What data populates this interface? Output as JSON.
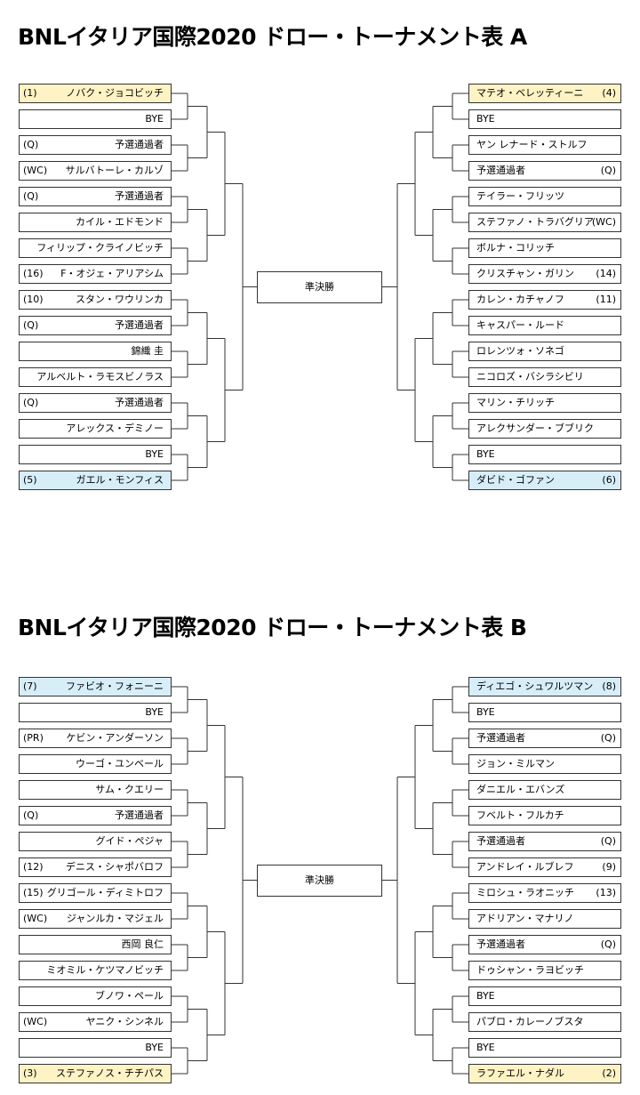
{
  "brackets": [
    {
      "title": "BNLイタリア国際2020 ドロー・トーナメント表 A",
      "final_label": "準決勝",
      "left": [
        {
          "seed": "(1)",
          "name": "ノバク・ジョコビッチ",
          "highlight": "yellow"
        },
        {
          "seed": "",
          "name": "BYE",
          "highlight": ""
        },
        {
          "seed": "(Q)",
          "name": "予選通過者",
          "highlight": ""
        },
        {
          "seed": "(WC)",
          "name": "サルバトーレ・カルゾ",
          "highlight": ""
        },
        {
          "seed": "(Q)",
          "name": "予選通過者",
          "highlight": ""
        },
        {
          "seed": "",
          "name": "カイル・エドモンド",
          "highlight": ""
        },
        {
          "seed": "",
          "name": "フィリップ・クライノビッチ",
          "highlight": ""
        },
        {
          "seed": "(16)",
          "name": "F・オジェ・アリアシム",
          "highlight": ""
        },
        {
          "seed": "(10)",
          "name": "スタン・ワウリンカ",
          "highlight": ""
        },
        {
          "seed": "(Q)",
          "name": "予選通過者",
          "highlight": ""
        },
        {
          "seed": "",
          "name": "錦織 圭",
          "highlight": ""
        },
        {
          "seed": "",
          "name": "アルベルト・ラモスビノラス",
          "highlight": ""
        },
        {
          "seed": "(Q)",
          "name": "予選通過者",
          "highlight": ""
        },
        {
          "seed": "",
          "name": "アレックス・デミノー",
          "highlight": ""
        },
        {
          "seed": "",
          "name": "BYE",
          "highlight": ""
        },
        {
          "seed": "(5)",
          "name": "ガエル・モンフィス",
          "highlight": "blue"
        }
      ],
      "right": [
        {
          "seed": "(4)",
          "name": "マテオ・ベレッティーニ",
          "highlight": "yellow"
        },
        {
          "seed": "",
          "name": "BYE",
          "highlight": ""
        },
        {
          "seed": "",
          "name": "ヤン レナード・ストルフ",
          "highlight": ""
        },
        {
          "seed": "(Q)",
          "name": "予選通過者",
          "highlight": ""
        },
        {
          "seed": "",
          "name": "テイラー・フリッツ",
          "highlight": ""
        },
        {
          "seed": "(WC)",
          "name": "ステファノ・トラバグリア",
          "highlight": ""
        },
        {
          "seed": "",
          "name": "ボルナ・コリッチ",
          "highlight": ""
        },
        {
          "seed": "(14)",
          "name": "クリスチャン・ガリン",
          "highlight": ""
        },
        {
          "seed": "(11)",
          "name": "カレン・カチャノフ",
          "highlight": ""
        },
        {
          "seed": "",
          "name": "キャスパー・ルード",
          "highlight": ""
        },
        {
          "seed": "",
          "name": "ロレンツォ・ソネゴ",
          "highlight": ""
        },
        {
          "seed": "",
          "name": "ニコロズ・バシラシビリ",
          "highlight": ""
        },
        {
          "seed": "",
          "name": "マリン・チリッチ",
          "highlight": ""
        },
        {
          "seed": "",
          "name": "アレクサンダー・ブブリク",
          "highlight": ""
        },
        {
          "seed": "",
          "name": "BYE",
          "highlight": ""
        },
        {
          "seed": "(6)",
          "name": "ダビド・ゴファン",
          "highlight": "blue"
        }
      ]
    },
    {
      "title": "BNLイタリア国際2020 ドロー・トーナメント表 B",
      "final_label": "準決勝",
      "left": [
        {
          "seed": "(7)",
          "name": "ファビオ・フォニーニ",
          "highlight": "blue"
        },
        {
          "seed": "",
          "name": "BYE",
          "highlight": ""
        },
        {
          "seed": "(PR)",
          "name": "ケビン・アンダーソン",
          "highlight": ""
        },
        {
          "seed": "",
          "name": "ウーゴ・ユンベール",
          "highlight": ""
        },
        {
          "seed": "",
          "name": "サム・クエリー",
          "highlight": ""
        },
        {
          "seed": "(Q)",
          "name": "予選通過者",
          "highlight": ""
        },
        {
          "seed": "",
          "name": "グイド・ペジャ",
          "highlight": ""
        },
        {
          "seed": "(12)",
          "name": "デニス・シャポバロフ",
          "highlight": ""
        },
        {
          "seed": "(15)",
          "name": "グリゴール・ディミトロフ",
          "highlight": ""
        },
        {
          "seed": "(WC)",
          "name": "ジャンルカ・マジェル",
          "highlight": ""
        },
        {
          "seed": "",
          "name": "西岡 良仁",
          "highlight": ""
        },
        {
          "seed": "",
          "name": "ミオミル・ケツマノビッチ",
          "highlight": ""
        },
        {
          "seed": "",
          "name": "ブノワ・ペール",
          "highlight": ""
        },
        {
          "seed": "(WC)",
          "name": "ヤニク・シンネル",
          "highlight": ""
        },
        {
          "seed": "",
          "name": "BYE",
          "highlight": ""
        },
        {
          "seed": "(3)",
          "name": "ステファノス・チチパス",
          "highlight": "yellow"
        }
      ],
      "right": [
        {
          "seed": "(8)",
          "name": "ディエゴ・シュワルツマン",
          "highlight": "blue"
        },
        {
          "seed": "",
          "name": "BYE",
          "highlight": ""
        },
        {
          "seed": "(Q)",
          "name": "予選通過者",
          "highlight": ""
        },
        {
          "seed": "",
          "name": "ジョン・ミルマン",
          "highlight": ""
        },
        {
          "seed": "",
          "name": "ダニエル・エバンズ",
          "highlight": ""
        },
        {
          "seed": "",
          "name": "フベルト・フルカチ",
          "highlight": ""
        },
        {
          "seed": "(Q)",
          "name": "予選通過者",
          "highlight": ""
        },
        {
          "seed": "(9)",
          "name": "アンドレイ・ルブレフ",
          "highlight": ""
        },
        {
          "seed": "(13)",
          "name": "ミロシュ・ラオニッチ",
          "highlight": ""
        },
        {
          "seed": "",
          "name": "アドリアン・マナリノ",
          "highlight": ""
        },
        {
          "seed": "(Q)",
          "name": "予選通過者",
          "highlight": ""
        },
        {
          "seed": "",
          "name": "ドゥシャン・ラヨビッチ",
          "highlight": ""
        },
        {
          "seed": "",
          "name": "BYE",
          "highlight": ""
        },
        {
          "seed": "",
          "name": "パブロ・カレーノブスタ",
          "highlight": ""
        },
        {
          "seed": "",
          "name": "BYE",
          "highlight": ""
        },
        {
          "seed": "(2)",
          "name": "ラファエル・ナダル",
          "highlight": "yellow"
        }
      ]
    }
  ]
}
